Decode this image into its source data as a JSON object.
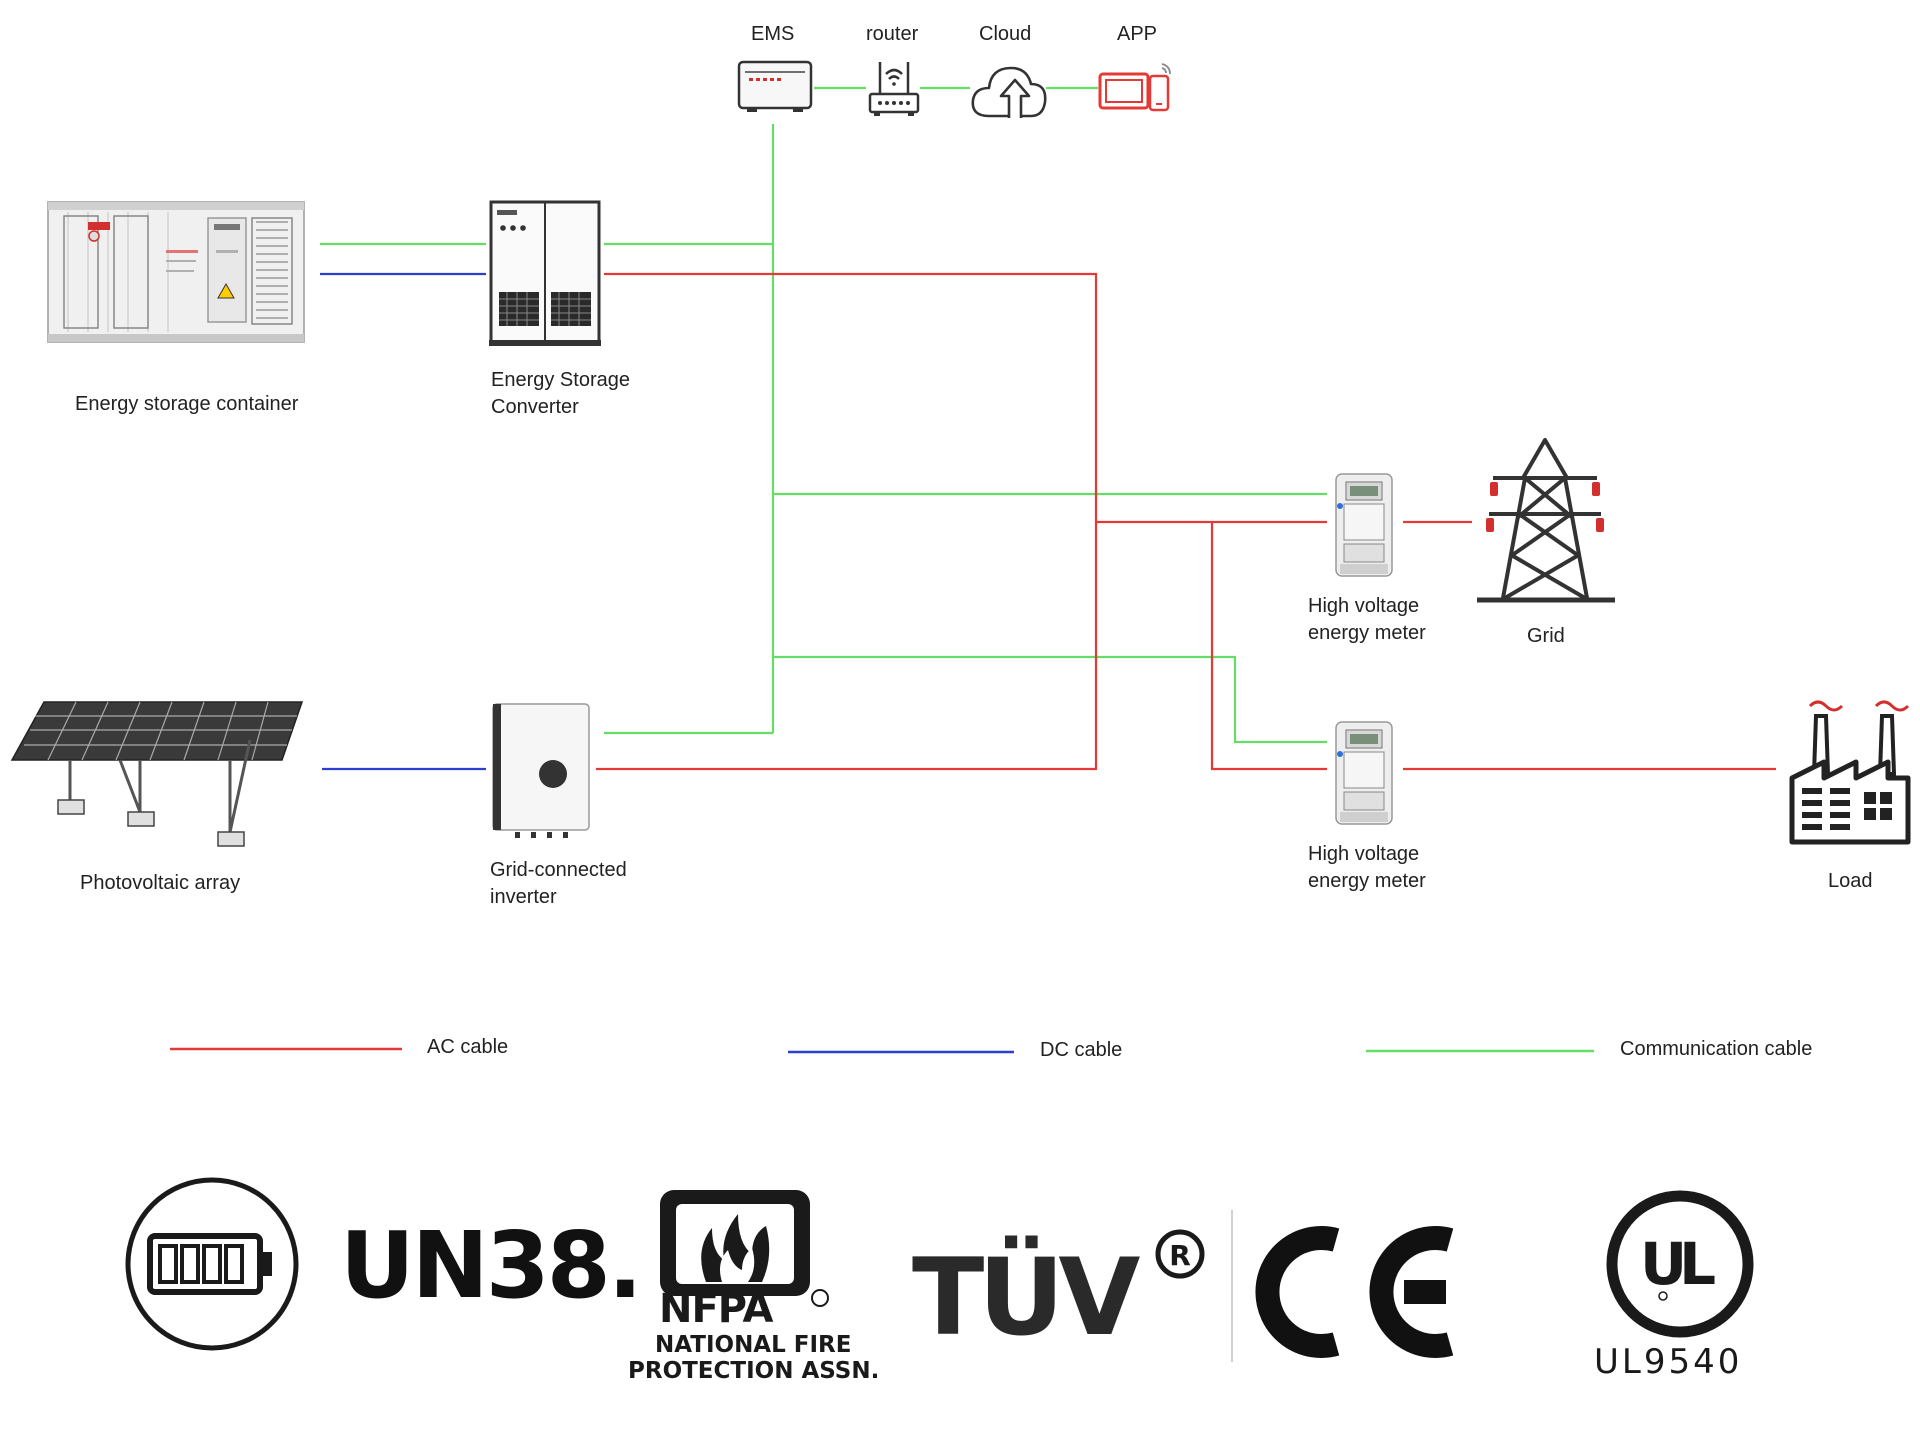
{
  "labels": {
    "ems": "EMS",
    "router": "router",
    "cloud": "Cloud",
    "app": "APP",
    "container": "Energy storage container",
    "converter_1": "Energy Storage",
    "converter_2": "Converter",
    "pv": "Photovoltaic array",
    "inverter_1": "Grid-connected",
    "inverter_2": "inverter",
    "meter_top_1": "High voltage",
    "meter_top_2": "energy meter",
    "meter_bottom_1": "High voltage",
    "meter_bottom_2": "energy meter",
    "grid": "Grid",
    "load": "Load"
  },
  "legend": [
    {
      "label": "AC cable",
      "color": "#e53935"
    },
    {
      "label": "DC cable",
      "color": "#2c3fcf"
    },
    {
      "label": "Communication cable",
      "color": "#66dd66"
    }
  ],
  "colors": {
    "ac": "#e53935",
    "dc": "#2c3fcf",
    "communication": "#66dd66"
  },
  "certifications": {
    "battery_icon": "battery-icon",
    "un38": "UN38.",
    "nfpa_mark": "NFPA",
    "nfpa_line1": "NATIONAL FIRE",
    "nfpa_line2": "PROTECTION ASSN.",
    "tuv": "TÜV",
    "ce": "CE",
    "ul_mark": "UL",
    "ul_text": "UL9540"
  }
}
